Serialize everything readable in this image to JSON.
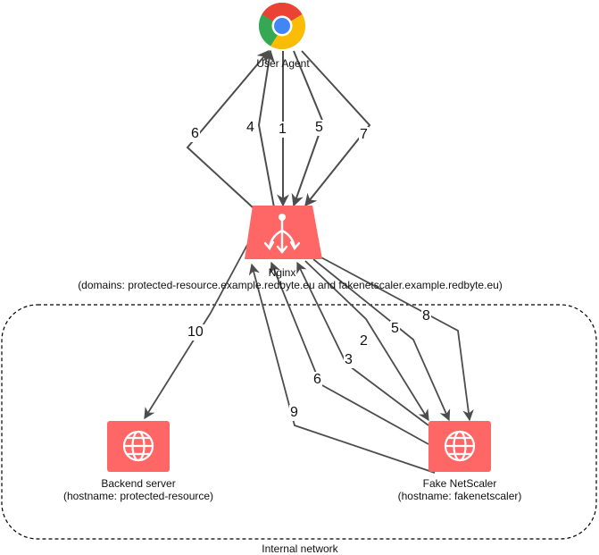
{
  "colors": {
    "node": "#ff6666",
    "edge": "#4d4d4d",
    "border": "#000000"
  },
  "nodes": {
    "user_agent": {
      "label": "User Agent",
      "icon": "chrome-browser-icon"
    },
    "nginx": {
      "label": "Nginx",
      "sublabel": "(domains: protected-resource.example.redbyte.eu and fakenetscaler.example.redbyte.eu)",
      "icon": "load-balancer-icon"
    },
    "backend": {
      "label": "Backend server",
      "sublabel": "(hostname: protected-resource)",
      "icon": "globe-icon"
    },
    "netscaler": {
      "label": "Fake NetScaler",
      "sublabel": "(hostname: fakenetscaler)",
      "icon": "globe-icon"
    }
  },
  "group": {
    "label": "Internal network"
  },
  "edges": [
    {
      "label": "1",
      "from": "user_agent",
      "to": "nginx"
    },
    {
      "label": "4",
      "from": "nginx",
      "to": "user_agent"
    },
    {
      "label": "5",
      "from": "user_agent",
      "to": "nginx"
    },
    {
      "label": "6",
      "from": "nginx",
      "to": "user_agent"
    },
    {
      "label": "7",
      "from": "user_agent",
      "to": "nginx"
    },
    {
      "label": "10",
      "from": "nginx",
      "to": "backend"
    },
    {
      "label": "2",
      "from": "nginx",
      "to": "netscaler"
    },
    {
      "label": "5",
      "from": "nginx",
      "to": "netscaler"
    },
    {
      "label": "8",
      "from": "nginx",
      "to": "netscaler"
    },
    {
      "label": "3",
      "from": "netscaler",
      "to": "nginx"
    },
    {
      "label": "6",
      "from": "netscaler",
      "to": "nginx"
    },
    {
      "label": "9",
      "from": "netscaler",
      "to": "nginx"
    }
  ]
}
